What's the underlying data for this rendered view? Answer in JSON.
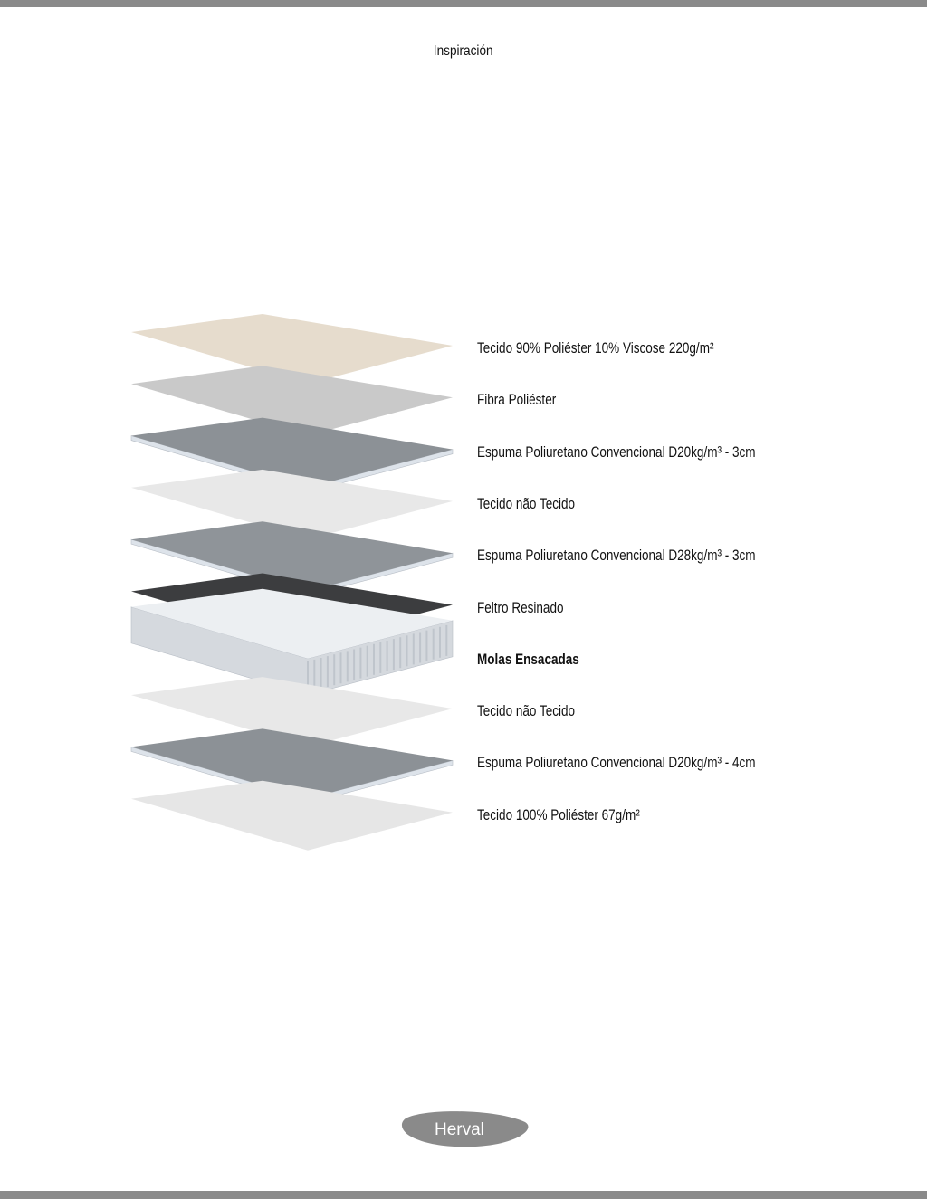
{
  "header": {
    "title": "Inspiración"
  },
  "layers": [
    {
      "label": "Tecido 90% Poliéster 10% Viscose 220g/m²",
      "color": "#e6dccd",
      "edge": null,
      "bold": false
    },
    {
      "label": "Fibra Poliéster",
      "color": "#c9c9c9",
      "edge": null,
      "bold": false
    },
    {
      "label": "Espuma Poliuretano Convencional D20kg/m³ - 3cm",
      "color": "#8c9196",
      "edge": "#dde3ea",
      "bold": false
    },
    {
      "label": "Tecido não Tecido",
      "color": "#e8e8e8",
      "edge": null,
      "bold": false
    },
    {
      "label": "Espuma Poliuretano Convencional D28kg/m³ - 3cm",
      "color": "#8f9499",
      "edge": "#dde3ea",
      "bold": false
    },
    {
      "label": "Feltro Resinado",
      "color": "#3c3d3f",
      "edge": null,
      "bold": false
    },
    {
      "label": "Molas Ensacadas",
      "color": "#eceff2",
      "edge": "#d5d9de",
      "bold": true
    },
    {
      "label": "Tecido não Tecido",
      "color": "#e8e8e8",
      "edge": null,
      "bold": false
    },
    {
      "label": "Espuma Poliuretano Convencional D20kg/m³ - 4cm",
      "color": "#8c9196",
      "edge": "#dde3ea",
      "bold": false
    },
    {
      "label": "Tecido 100% Poliéster 67g/m²",
      "color": "#e6e6e6",
      "edge": null,
      "bold": false
    }
  ],
  "footer": {
    "logo_text": "Herval",
    "logo_color": "#8a8a8a"
  }
}
